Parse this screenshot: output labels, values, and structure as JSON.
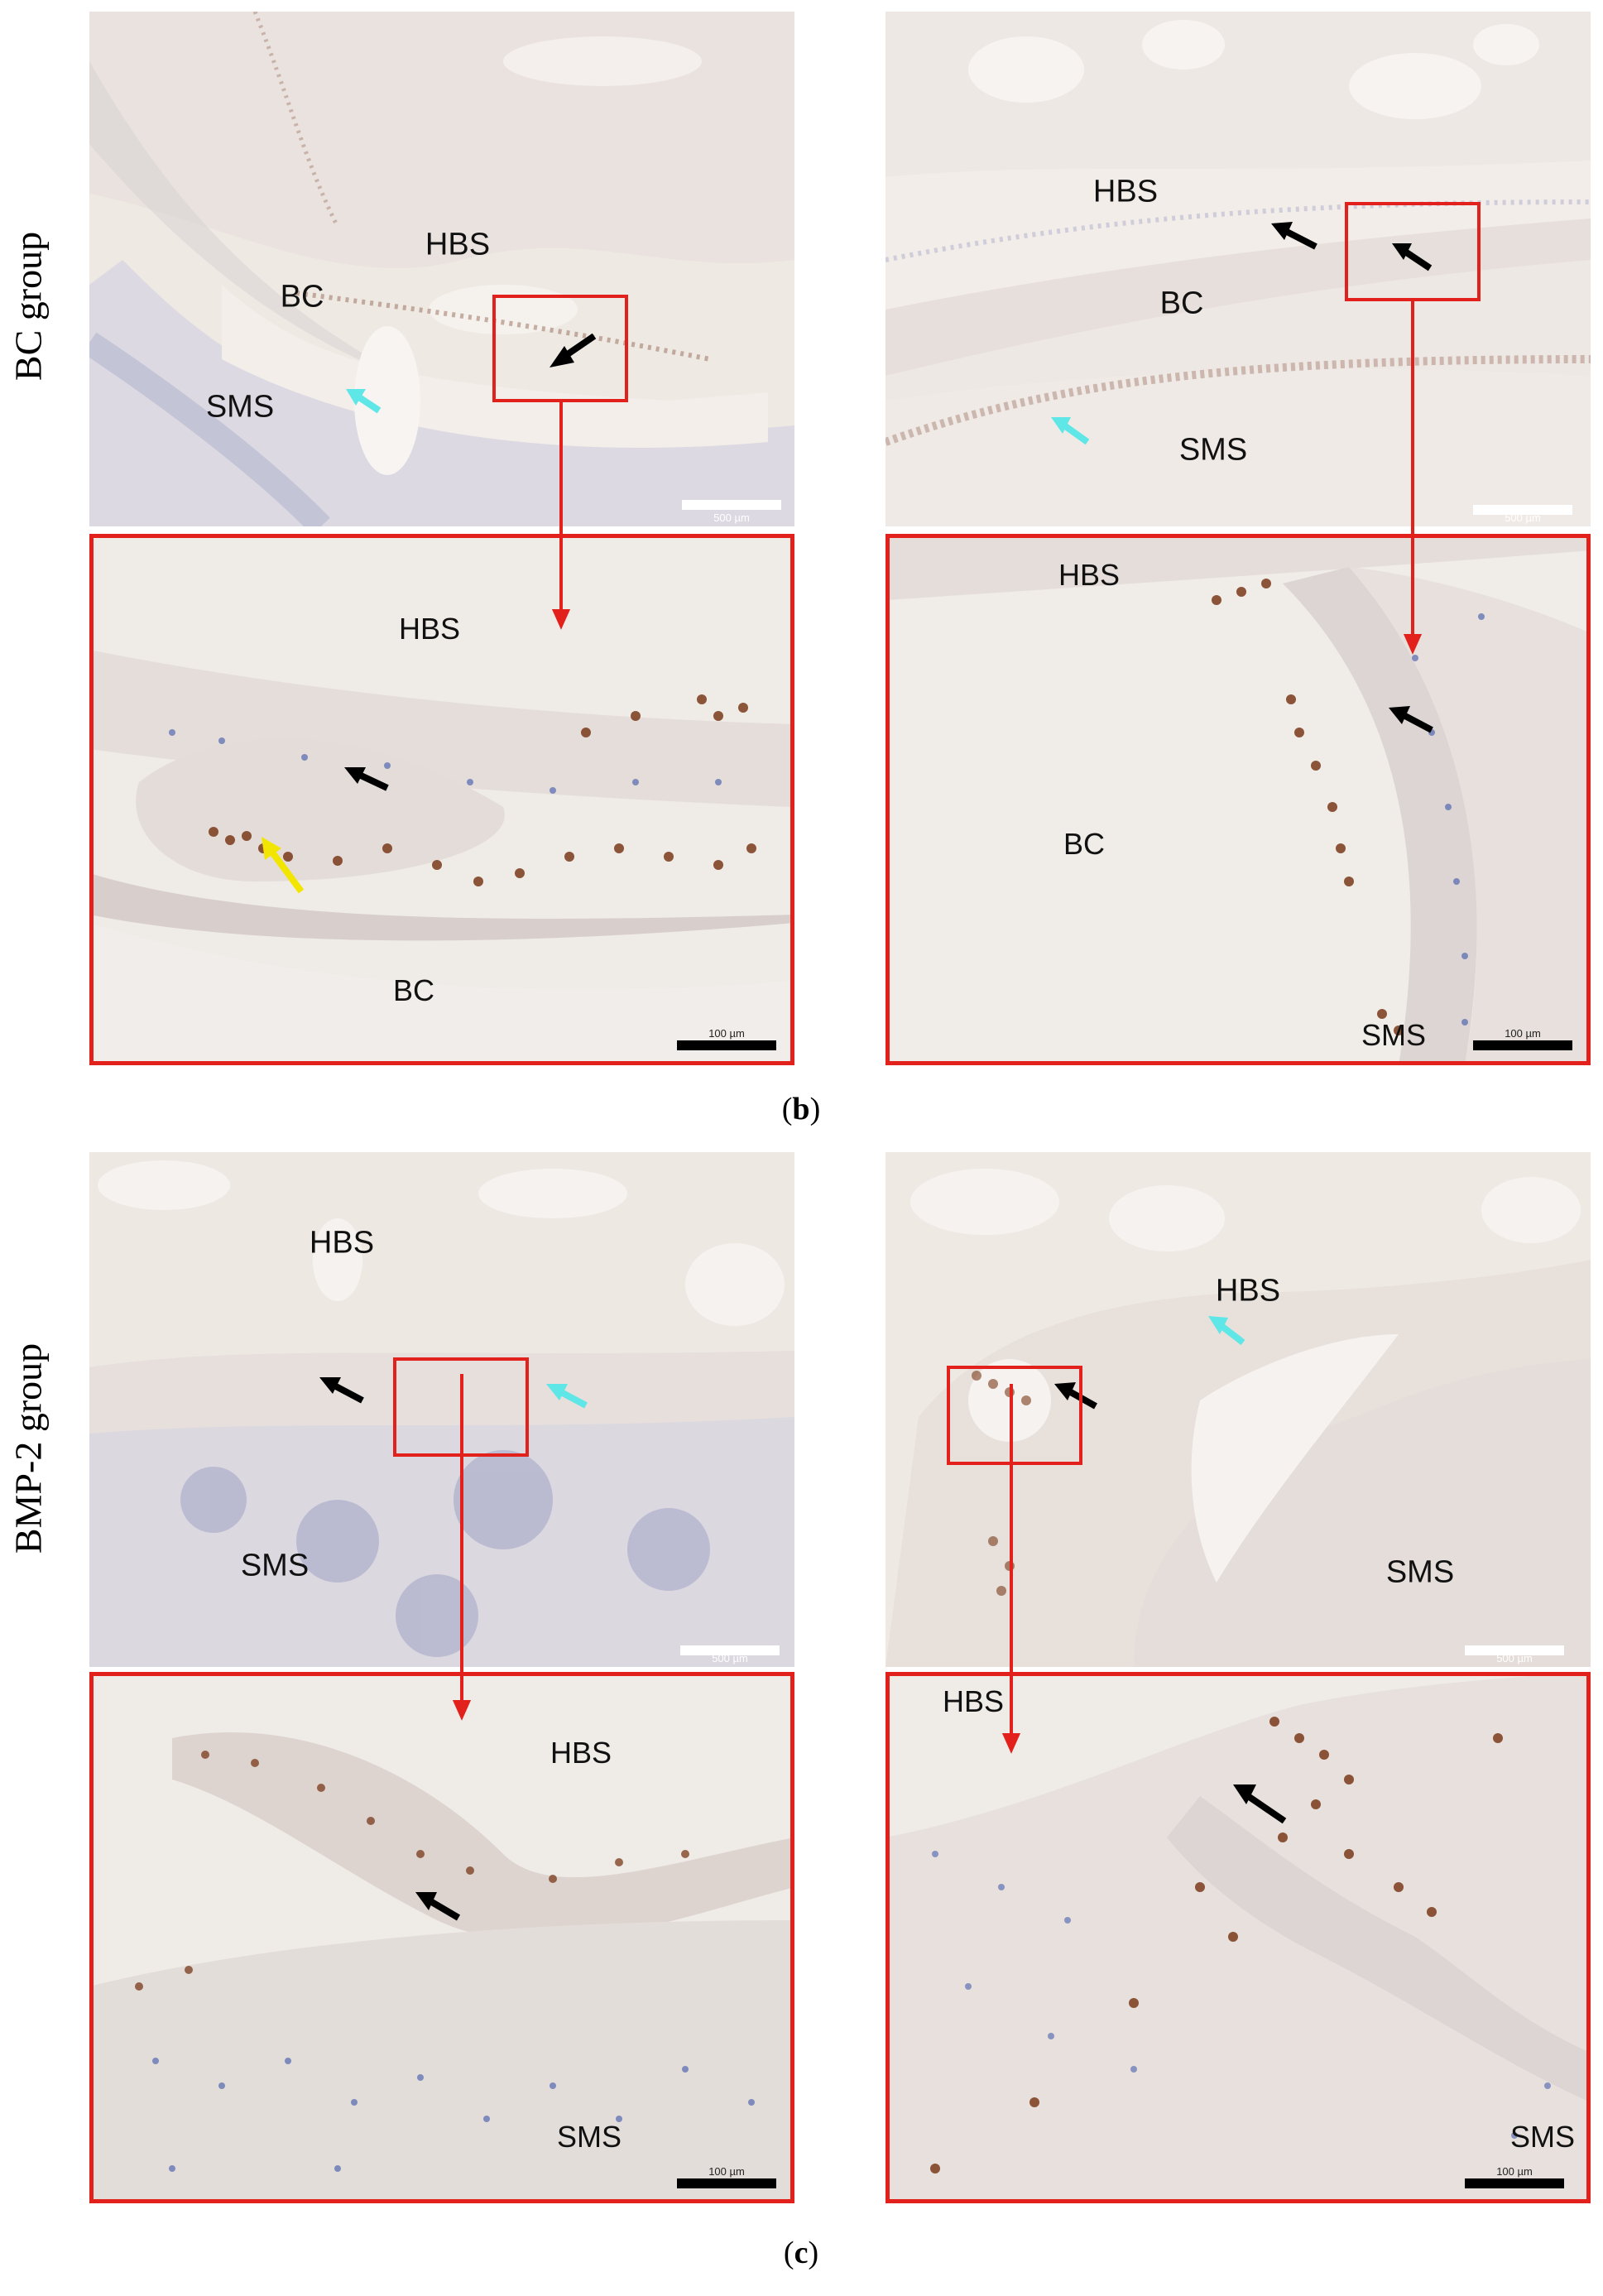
{
  "row_labels": {
    "bc_group": "BC group",
    "bmp2_group": "BMP-2 group"
  },
  "captions": {
    "b": {
      "open": "(",
      "letter": "b",
      "close": ")"
    },
    "c": {
      "open": "(",
      "letter": "c",
      "close": ")"
    }
  },
  "labels": {
    "hbs": "HBS",
    "bc": "BC",
    "sms": "SMS"
  },
  "scale_bars": {
    "low_mag": "500 µm",
    "high_mag": "100 µm"
  },
  "colors": {
    "inset_frame": "#e3211c",
    "arrow_black": "#000000",
    "arrow_cyan": "#5fe6e6",
    "arrow_yellow": "#f2e600",
    "tissue_background": "#f1ece6",
    "nuclei_brown": "#7a3a1a",
    "nuclei_blue": "#3b55a8"
  }
}
